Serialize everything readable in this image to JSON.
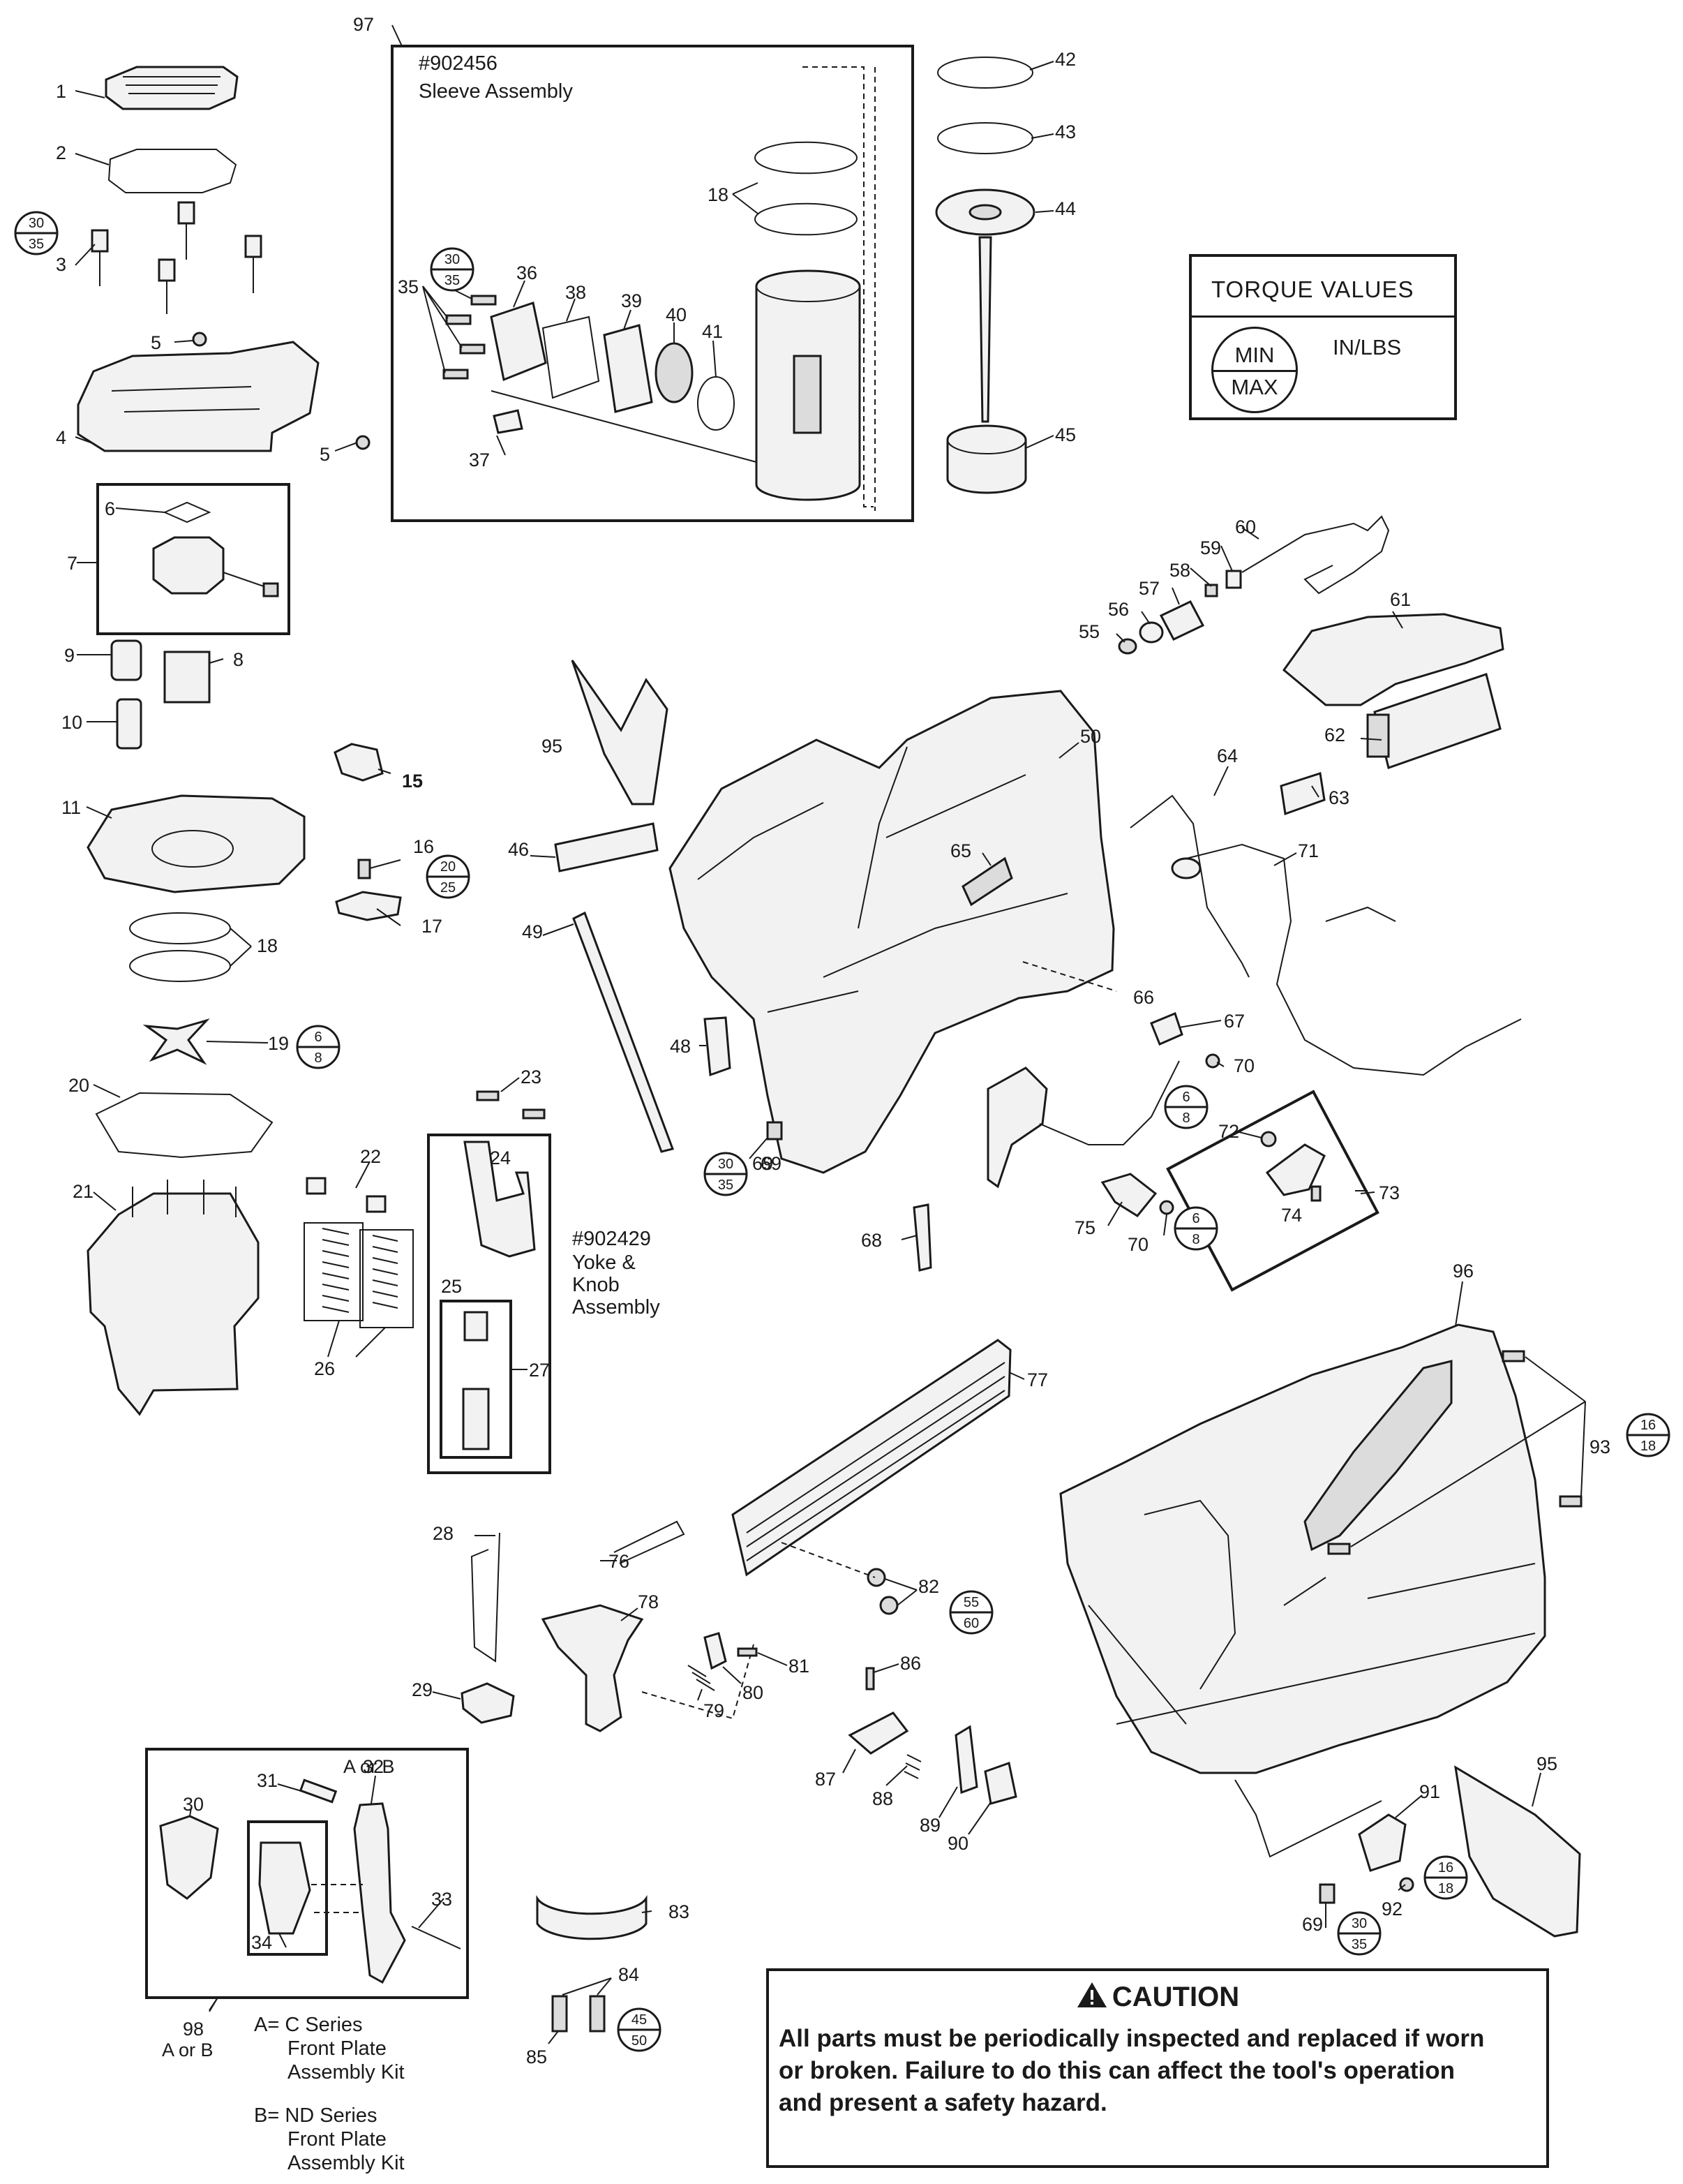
{
  "sleeve_assembly": {
    "part_no": "#902456",
    "name": "Sleeve Assembly",
    "callout": "97"
  },
  "yoke_assembly": {
    "part_no": "#902429",
    "line1": "Yoke &",
    "line2": "Knob",
    "line3": "Assembly"
  },
  "front_plate_kit": {
    "callout": "98",
    "callout_sub": "A or B",
    "label_top": "A or B",
    "a_line1": "A=  C Series",
    "a_line2": "Front  Plate",
    "a_line3": "Assembly Kit",
    "b_line1": "B=  ND Series",
    "b_line2": "Front  Plate",
    "b_line3": "Assembly Kit"
  },
  "torque_legend": {
    "title": "TORQUE  VALUES",
    "min": "MIN",
    "max": "MAX",
    "unit": "IN/LBS"
  },
  "torque_badges": [
    {
      "min": "30",
      "max": "35"
    },
    {
      "min": "30",
      "max": "35"
    },
    {
      "min": "20",
      "max": "25"
    },
    {
      "min": "6",
      "max": "8"
    },
    {
      "min": "30",
      "max": "35"
    },
    {
      "min": "6",
      "max": "8"
    },
    {
      "min": "6",
      "max": "8"
    },
    {
      "min": "16",
      "max": "18"
    },
    {
      "min": "55",
      "max": "60"
    },
    {
      "min": "16",
      "max": "18"
    },
    {
      "min": "30",
      "max": "35"
    },
    {
      "min": "45",
      "max": "50"
    }
  ],
  "callouts": [
    "1",
    "2",
    "3",
    "4",
    "5",
    "5",
    "6",
    "7",
    "8",
    "9",
    "10",
    "11",
    "15",
    "16",
    "17",
    "18",
    "18",
    "19",
    "20",
    "21",
    "22",
    "23",
    "24",
    "25",
    "26",
    "27",
    "28",
    "29",
    "30",
    "31",
    "32",
    "33",
    "34",
    "35",
    "36",
    "37",
    "38",
    "39",
    "40",
    "41",
    "42",
    "43",
    "44",
    "45",
    "46",
    "48",
    "49",
    "50",
    "55",
    "56",
    "57",
    "58",
    "59",
    "60",
    "61",
    "62",
    "63",
    "64",
    "65",
    "66",
    "67",
    "68",
    "69",
    "69",
    "69",
    "70",
    "70",
    "71",
    "72",
    "73",
    "74",
    "75",
    "76",
    "77",
    "78",
    "79",
    "80",
    "81",
    "82",
    "83",
    "84",
    "85",
    "86",
    "87",
    "88",
    "89",
    "90",
    "91",
    "92",
    "93",
    "95",
    "95",
    "96"
  ],
  "caution": {
    "title": "CAUTION",
    "line1": "All parts must be periodically inspected and replaced if worn",
    "line2": "or broken. Failure to do this can affect the tool's operation",
    "line3": "and present a safety hazard."
  },
  "icons": [
    "warning-triangle-icon"
  ]
}
